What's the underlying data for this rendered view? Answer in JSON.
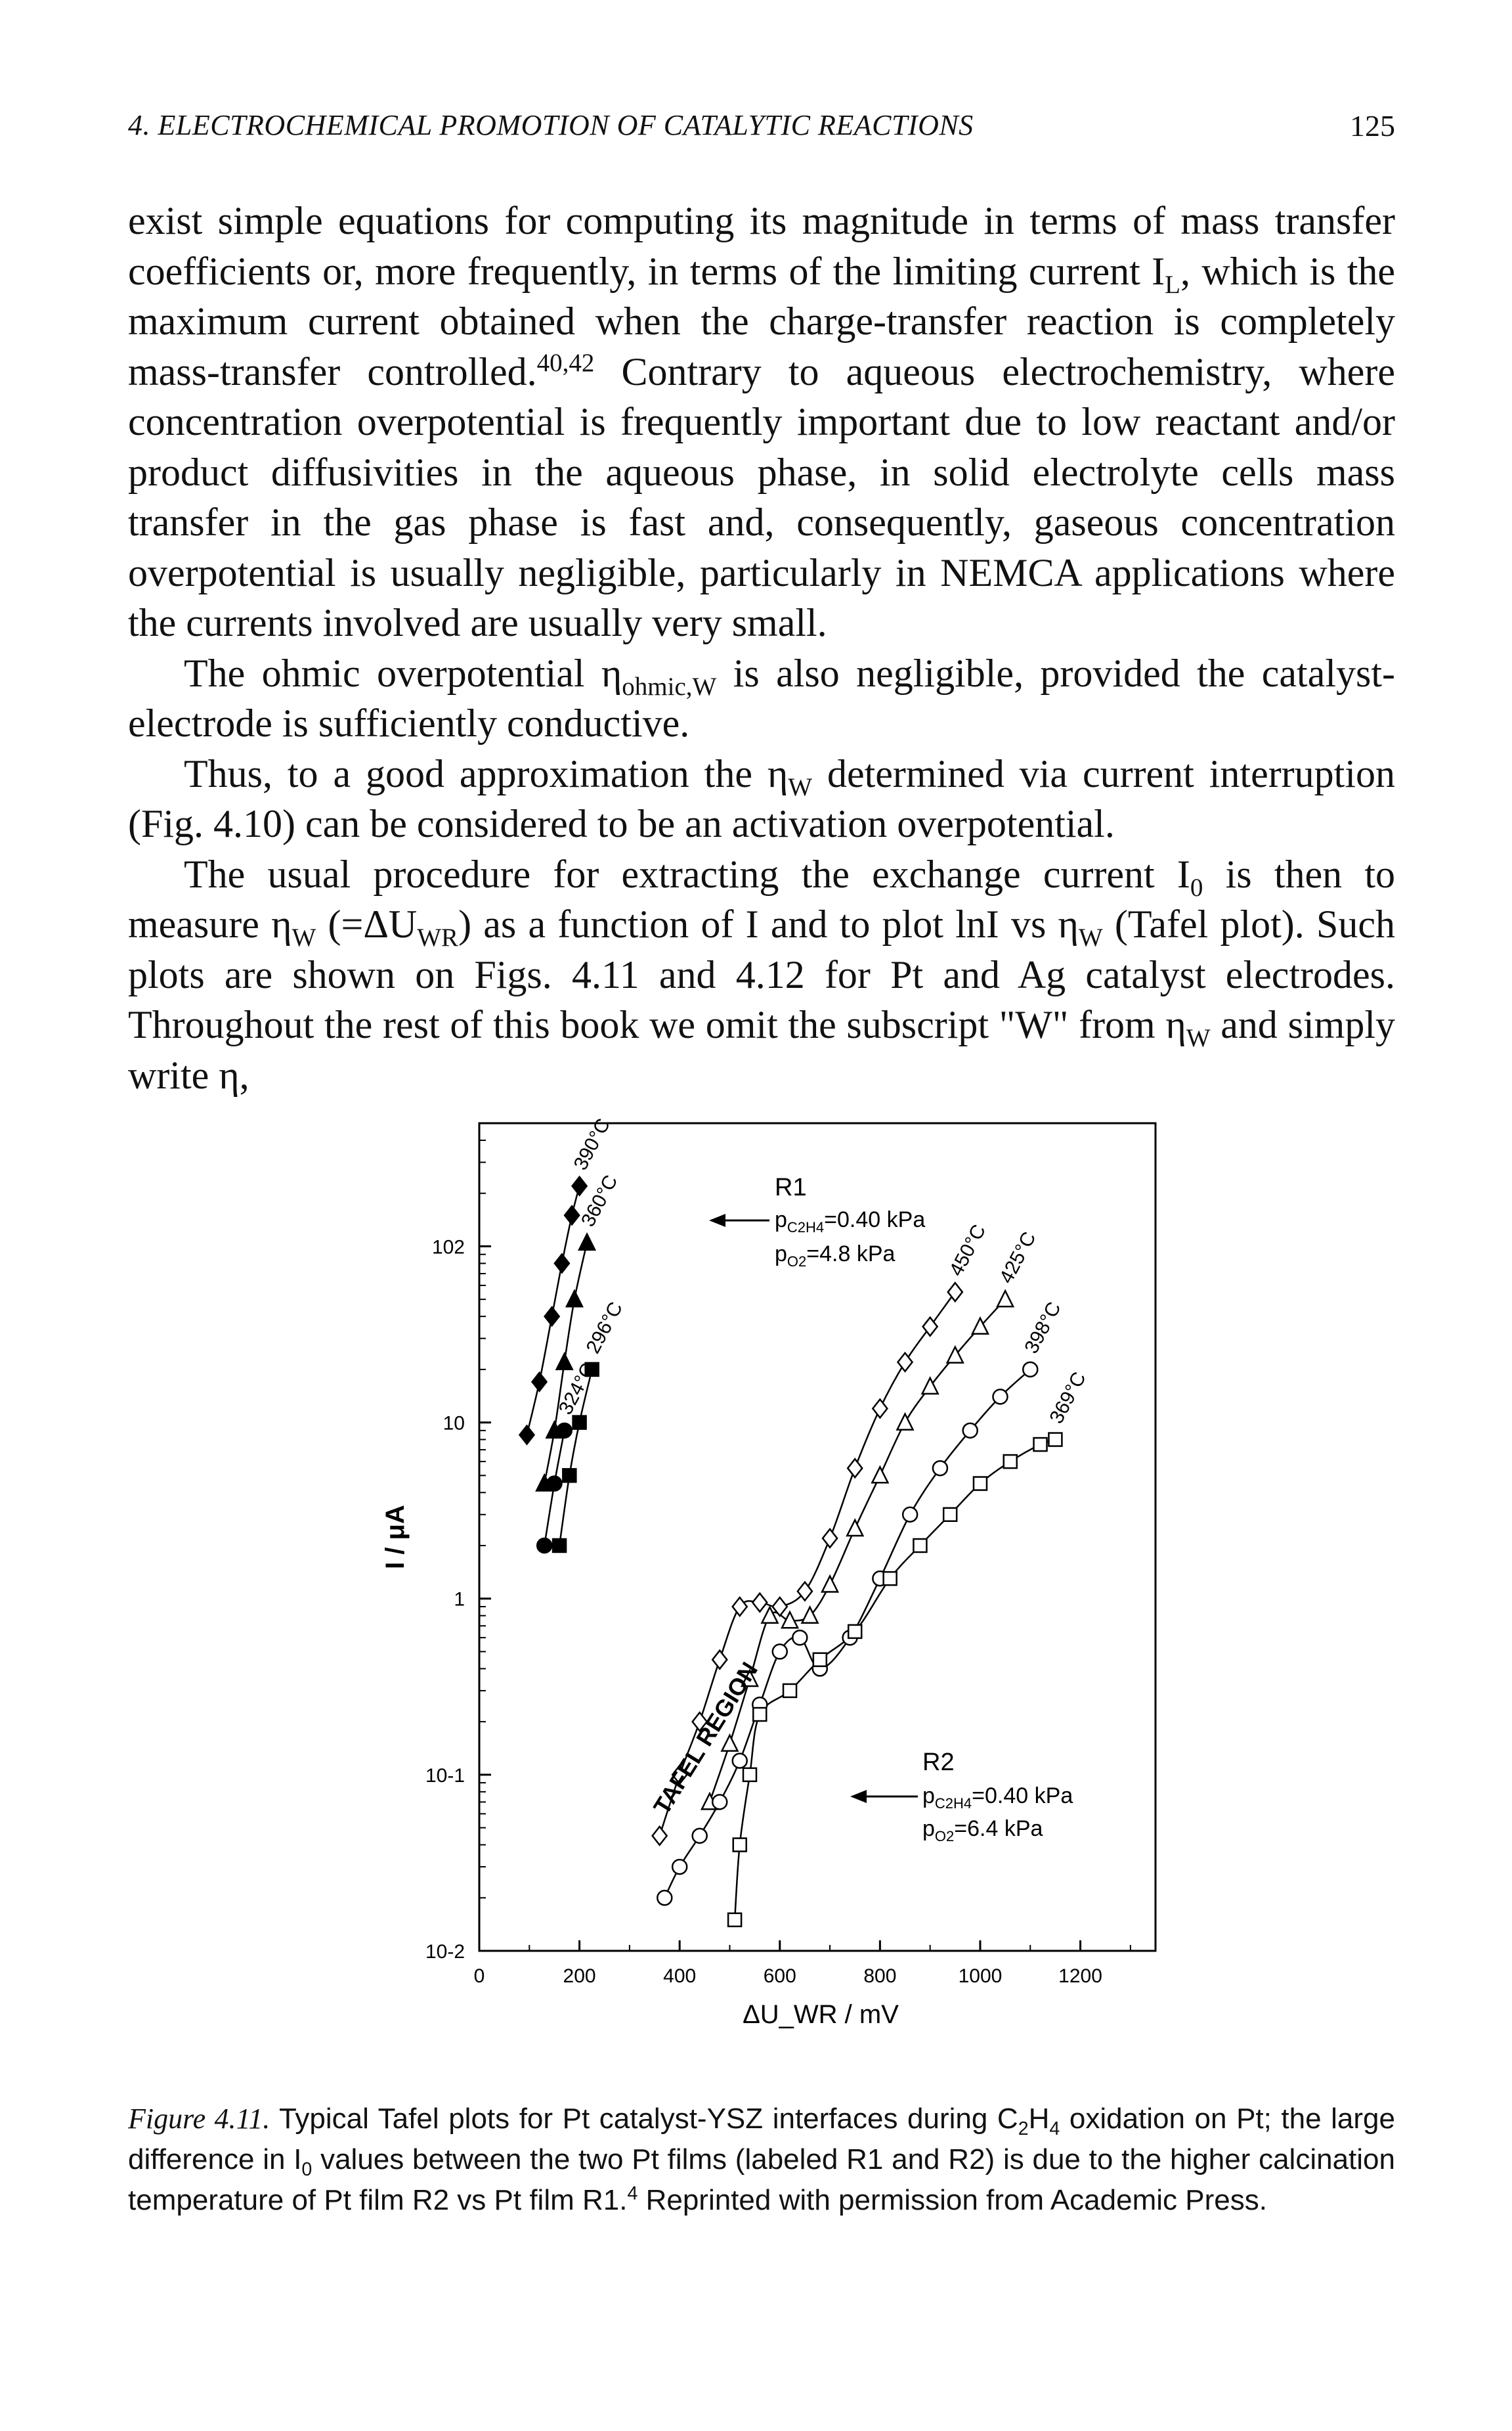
{
  "header": {
    "running_head": "4. ELECTROCHEMICAL PROMOTION OF CATALYTIC REACTIONS",
    "page_number": "125"
  },
  "body": {
    "p1_a": "exist simple equations for computing its magnitude in terms of mass transfer coefficients or, more frequently, in terms of the limiting current I",
    "p1_a_sub": "L",
    "p1_b": ", which is the maximum current obtained when the charge-transfer reaction is completely mass-transfer controlled.",
    "p1_b_sup": "40,42",
    "p1_c": " Contrary to aqueous electrochemistry, where concentration overpotential is frequently important due to low reactant and/or product diffusivities in the aqueous phase, in solid electrolyte cells mass transfer in the gas phase is fast and, consequently, gaseous concentration overpotential is usually negligible, particularly in NEMCA applications where the currents involved are usually very small.",
    "p2_a": "The ohmic overpotential η",
    "p2_a_sub": "ohmic,W",
    "p2_b": " is also negligible, provided the catalyst-electrode is sufficiently conductive.",
    "p3_a": "Thus, to a good approximation the η",
    "p3_a_sub": "W",
    "p3_b": " determined via current interruption (Fig. 4.10) can be considered to be an activation overpotential.",
    "p4_a": "The usual procedure for extracting the exchange current I",
    "p4_a_sub": "0",
    "p4_b": " is then to measure η",
    "p4_b_sub": "W",
    "p4_c": " (=ΔU",
    "p4_c_sub": "WR",
    "p4_d": ") as a function of I and to plot lnI vs η",
    "p4_d_sub": "W",
    "p4_e": " (Tafel plot). Such plots are shown on Figs. 4.11 and 4.12 for Pt and Ag catalyst electrodes. Throughout the rest of this book we omit the subscript \"W\" from η",
    "p4_e_sub": "W",
    "p4_f": " and simply write η,"
  },
  "caption": {
    "label": "Figure 4.11.",
    "a": " Typical Tafel plots for Pt catalyst-YSZ interfaces during C",
    "a_sub1": "2",
    "a_mid": "H",
    "a_sub2": "4",
    "b": " oxidation on Pt; the large difference in I",
    "b_sub": "0",
    "c": " values between the two Pt films (labeled R1 and R2) is due to the higher calcination temperature of Pt film R2 vs Pt film R1.",
    "c_sup": "4",
    "d": " Reprinted with permission from Academic Press."
  },
  "chart_data": {
    "type": "scatter",
    "xlabel": "ΔU_WR / mV",
    "ylabel": "I / μA",
    "x_scale": "linear",
    "y_scale": "log",
    "xlim": [
      0,
      1350
    ],
    "ylim": [
      0.01,
      500
    ],
    "x_ticks": [
      "0",
      "200",
      "400",
      "600",
      "800",
      "1000",
      "1200"
    ],
    "y_ticks": [
      "10-2",
      "10-1",
      "1",
      "10",
      "102"
    ],
    "annotations": {
      "r1_label": "R1",
      "r1_pc2h4": "=0.40 kPa",
      "r1_po2": "=4.8 kPa",
      "r2_label": "R2",
      "r2_pc2h4": "=0.40 kPa",
      "r2_po2": "=6.4 kPa",
      "tafel_region": "TAFEL REGION",
      "p_sym": "p",
      "c2h4_sub": "C2H4",
      "o2_sub": "O2"
    },
    "series": [
      {
        "name": "390°C",
        "group": "R1",
        "marker": "diamond-filled",
        "points": [
          [
            95,
            8.5
          ],
          [
            120,
            17
          ],
          [
            145,
            40
          ],
          [
            165,
            80
          ],
          [
            185,
            150
          ],
          [
            200,
            220
          ]
        ]
      },
      {
        "name": "360°C",
        "group": "R1",
        "marker": "triangle-filled",
        "points": [
          [
            130,
            4.5
          ],
          [
            150,
            9
          ],
          [
            170,
            22
          ],
          [
            190,
            50
          ],
          [
            215,
            105
          ]
        ]
      },
      {
        "name": "324°C",
        "group": "R1",
        "marker": "circle-filled",
        "points": [
          [
            130,
            2
          ],
          [
            150,
            4.5
          ],
          [
            170,
            9
          ]
        ]
      },
      {
        "name": "296°C",
        "group": "R1",
        "marker": "square-filled",
        "points": [
          [
            160,
            2
          ],
          [
            180,
            5
          ],
          [
            200,
            10
          ],
          [
            225,
            20
          ]
        ]
      },
      {
        "name": "450°C",
        "group": "R2",
        "marker": "diamond-open",
        "points": [
          [
            360,
            0.045
          ],
          [
            400,
            0.1
          ],
          [
            440,
            0.2
          ],
          [
            480,
            0.45
          ],
          [
            520,
            0.9
          ],
          [
            560,
            0.95
          ],
          [
            600,
            0.9
          ],
          [
            650,
            1.1
          ],
          [
            700,
            2.2
          ],
          [
            750,
            5.5
          ],
          [
            800,
            12
          ],
          [
            850,
            22
          ],
          [
            900,
            35
          ],
          [
            950,
            55
          ]
        ]
      },
      {
        "name": "425°C",
        "group": "R2",
        "marker": "triangle-open",
        "points": [
          [
            460,
            0.07
          ],
          [
            500,
            0.15
          ],
          [
            540,
            0.35
          ],
          [
            580,
            0.8
          ],
          [
            620,
            0.75
          ],
          [
            660,
            0.8
          ],
          [
            700,
            1.2
          ],
          [
            750,
            2.5
          ],
          [
            800,
            5
          ],
          [
            850,
            10
          ],
          [
            900,
            16
          ],
          [
            950,
            24
          ],
          [
            1000,
            35
          ],
          [
            1050,
            50
          ]
        ]
      },
      {
        "name": "398°C",
        "group": "R2",
        "marker": "circle-open",
        "points": [
          [
            370,
            0.02
          ],
          [
            400,
            0.03
          ],
          [
            440,
            0.045
          ],
          [
            480,
            0.07
          ],
          [
            520,
            0.12
          ],
          [
            560,
            0.25
          ],
          [
            600,
            0.5
          ],
          [
            640,
            0.6
          ],
          [
            680,
            0.4
          ],
          [
            740,
            0.6
          ],
          [
            800,
            1.3
          ],
          [
            860,
            3
          ],
          [
            920,
            5.5
          ],
          [
            980,
            9
          ],
          [
            1040,
            14
          ],
          [
            1100,
            20
          ]
        ]
      },
      {
        "name": "369°C",
        "group": "R2",
        "marker": "square-open",
        "points": [
          [
            510,
            0.015
          ],
          [
            520,
            0.04
          ],
          [
            540,
            0.1
          ],
          [
            560,
            0.22
          ],
          [
            620,
            0.3
          ],
          [
            680,
            0.45
          ],
          [
            750,
            0.65
          ],
          [
            820,
            1.3
          ],
          [
            880,
            2
          ],
          [
            940,
            3
          ],
          [
            1000,
            4.5
          ],
          [
            1060,
            6
          ],
          [
            1120,
            7.5
          ],
          [
            1150,
            8
          ]
        ]
      }
    ]
  }
}
